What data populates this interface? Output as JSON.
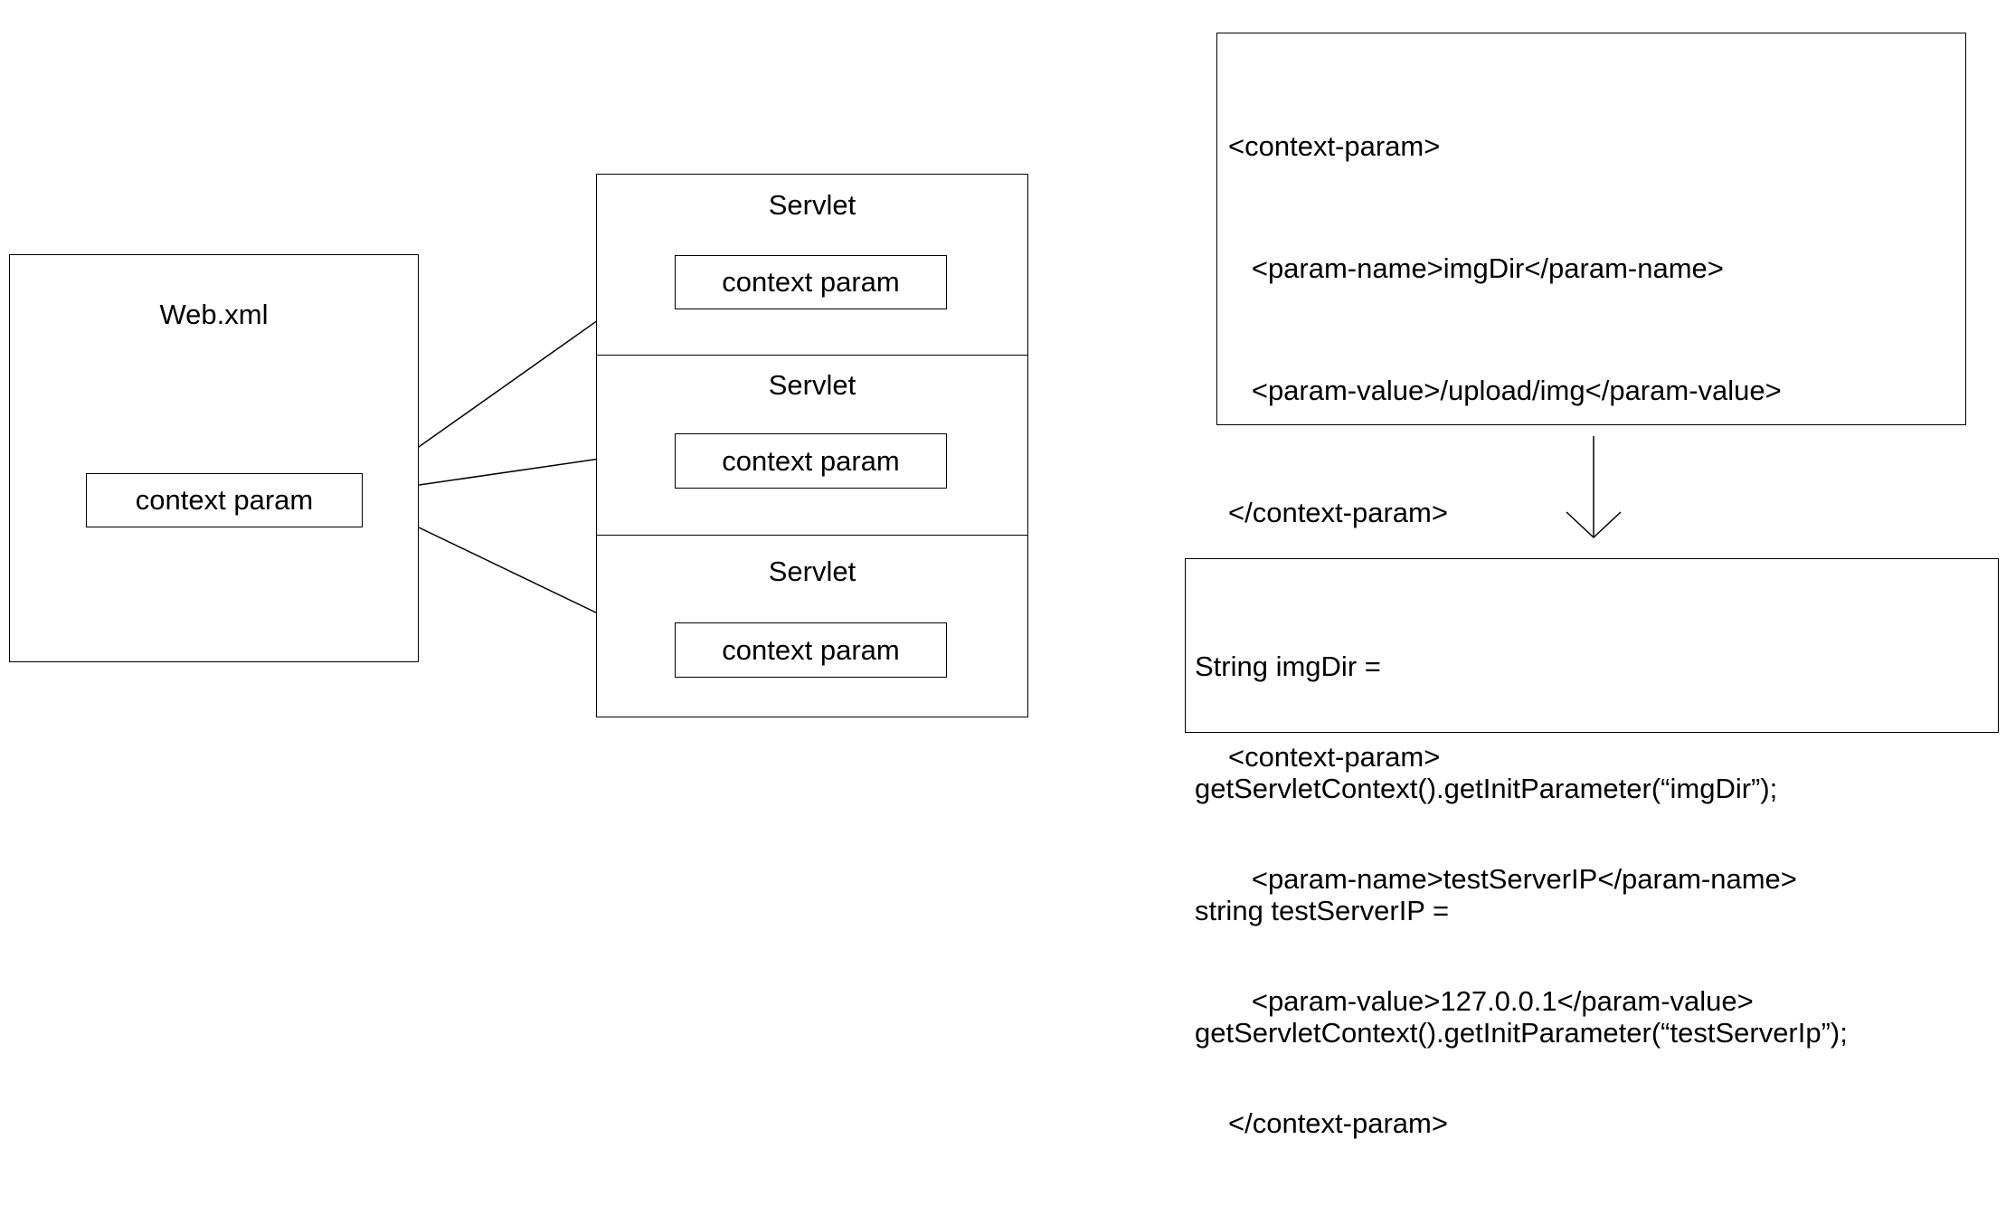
{
  "webxml": {
    "title": "Web.xml",
    "param_label": "context param"
  },
  "servlets": [
    {
      "title": "Servlet",
      "param_label": "context param"
    },
    {
      "title": "Servlet",
      "param_label": "context param"
    },
    {
      "title": "Servlet",
      "param_label": "context param"
    }
  ],
  "xml_config": {
    "lines": [
      "<context-param>",
      "   <param-name>imgDir</param-name>",
      "   <param-value>/upload/img</param-value>",
      "</context-param>",
      "",
      "<context-param>",
      "   <param-name>testServerIP</param-name>",
      "   <param-value>127.0.0.1</param-value>",
      "</context-param>"
    ]
  },
  "java_code": {
    "lines": [
      "String imgDir =",
      "getServletContext().getInitParameter(“imgDir”);",
      "string testServerIP =",
      "getServletContext().getInitParameter(“testServerIp”);"
    ]
  }
}
